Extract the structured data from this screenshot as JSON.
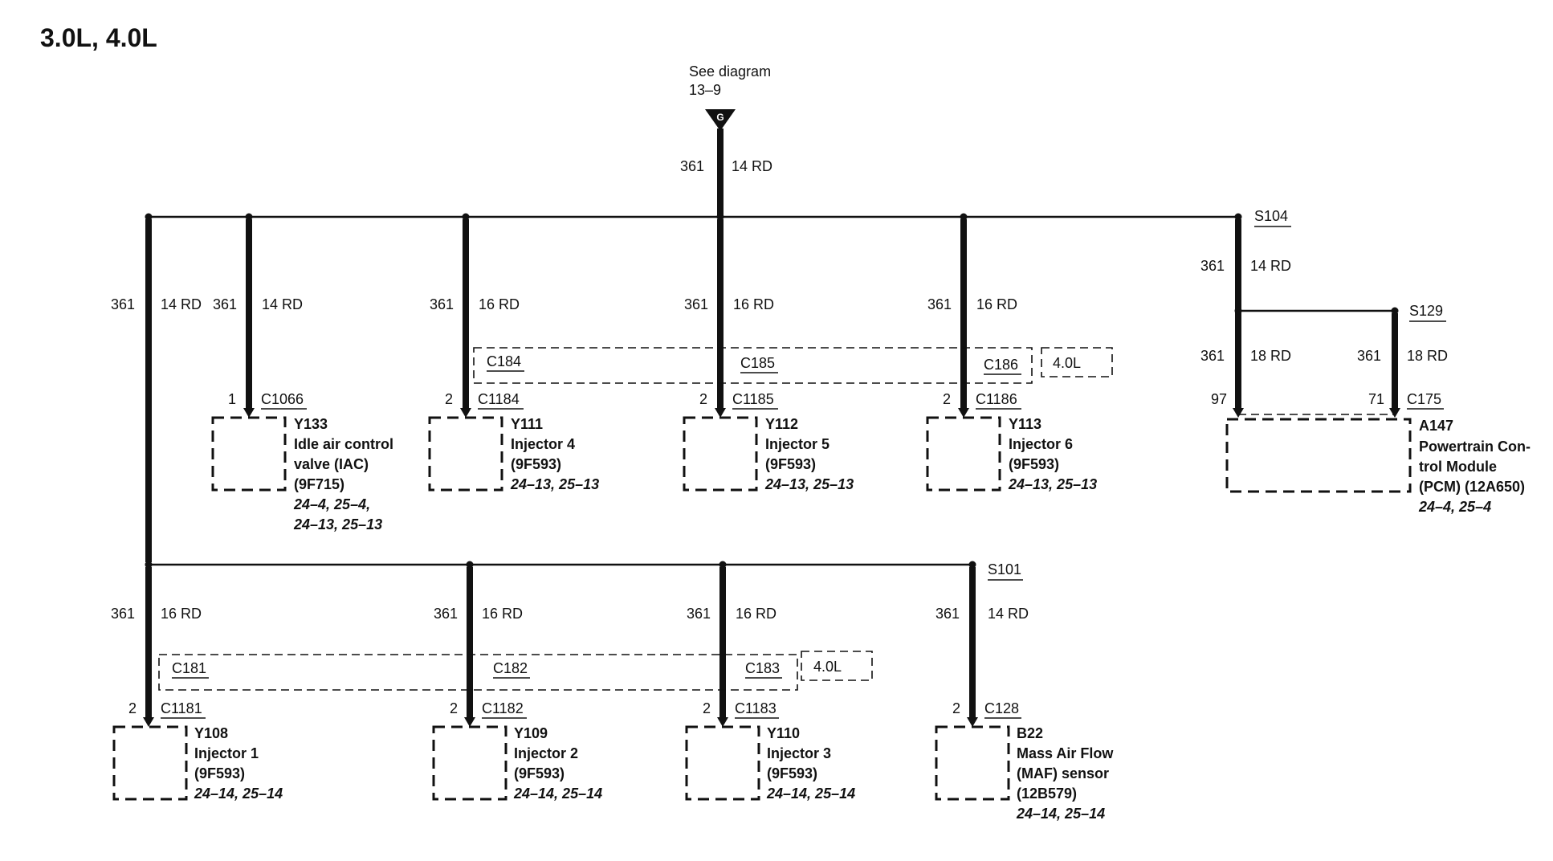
{
  "title": "3.0L, 4.0L",
  "source": {
    "text1": "See diagram",
    "text2": "13–9",
    "symbol": "G"
  },
  "feed": {
    "circuit": "361",
    "wire": "14 RD"
  },
  "splices": {
    "s104": "S104",
    "s129": "S129",
    "s101": "S101"
  },
  "option_label": "4.0L",
  "connectors_top": {
    "c184": "C184",
    "c185": "C185",
    "c186": "C186"
  },
  "connectors_bottom": {
    "c181": "C181",
    "c182": "C182",
    "c183": "C183"
  },
  "branches": {
    "b1": {
      "circuit": "361",
      "wire": "14 RD"
    },
    "iac": {
      "circuit": "361",
      "wire": "14 RD",
      "pin": "1",
      "connector": "C1066",
      "id": "Y133",
      "name1": "Idle air control",
      "name2": "valve (IAC)",
      "part": "(9F715)",
      "ref1": "24–4, 25–4,",
      "ref2": "24–13, 25–13"
    },
    "inj4": {
      "circuit": "361",
      "wire": "16 RD",
      "pin": "2",
      "connector": "C1184",
      "id": "Y111",
      "name": "Injector 4",
      "part": "(9F593)",
      "ref": "24–13, 25–13"
    },
    "inj5": {
      "circuit": "361",
      "wire": "16 RD",
      "pin": "2",
      "connector": "C1185",
      "id": "Y112",
      "name": "Injector 5",
      "part": "(9F593)",
      "ref": "24–13, 25–13"
    },
    "inj6": {
      "circuit": "361",
      "wire": "16 RD",
      "pin": "2",
      "connector": "C1186",
      "id": "Y113",
      "name": "Injector 6",
      "part": "(9F593)",
      "ref": "24–13, 25–13"
    },
    "s104_down": {
      "circuit": "361",
      "wire": "14 RD"
    },
    "pcm_a": {
      "circuit": "361",
      "wire": "18 RD",
      "pin": "97"
    },
    "pcm_b": {
      "circuit": "361",
      "wire": "18 RD",
      "pin": "71",
      "connector": "C175"
    },
    "pcm": {
      "id": "A147",
      "name1": "Powertrain Con-",
      "name2": "trol Module",
      "name3": "(PCM) (12A650)",
      "ref": "24–4, 25–4"
    },
    "inj1": {
      "circuit": "361",
      "wire": "16 RD",
      "pin": "2",
      "connector": "C1181",
      "id": "Y108",
      "name": "Injector 1",
      "part": "(9F593)",
      "ref": "24–14, 25–14"
    },
    "inj2": {
      "circuit": "361",
      "wire": "16 RD",
      "pin": "2",
      "connector": "C1182",
      "id": "Y109",
      "name": "Injector 2",
      "part": "(9F593)",
      "ref": "24–14, 25–14"
    },
    "inj3": {
      "circuit": "361",
      "wire": "16 RD",
      "pin": "2",
      "connector": "C1183",
      "id": "Y110",
      "name": "Injector 3",
      "part": "(9F593)",
      "ref": "24–14, 25–14"
    },
    "maf": {
      "circuit": "361",
      "wire": "14 RD",
      "pin": "2",
      "connector": "C128",
      "id": "B22",
      "name1": "Mass Air Flow",
      "name2": "(MAF) sensor",
      "part": "(12B579)",
      "ref": "24–14, 25–14"
    }
  }
}
